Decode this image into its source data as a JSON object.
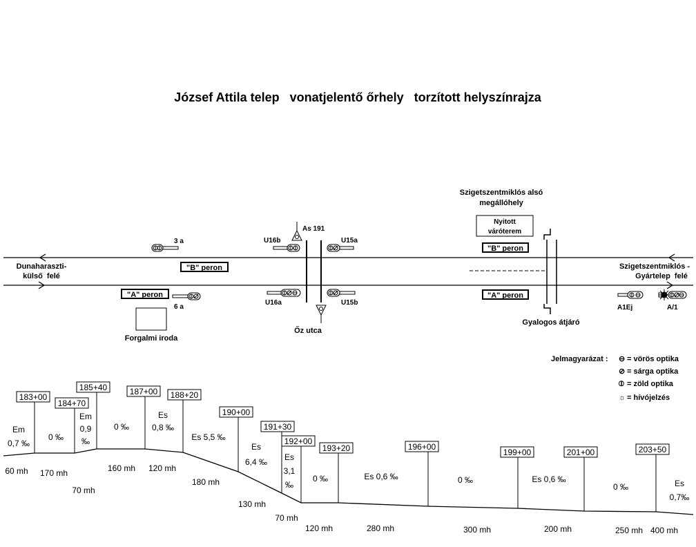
{
  "title": "József Attila telep   vonatjelentő őrhely   torzított helyszínrajza",
  "directions": {
    "left": [
      "Dunaharaszti-",
      "külső  felé"
    ],
    "right": [
      "Szigetszentmiklós -",
      "Gyártelep  felé"
    ]
  },
  "station_names": [
    "Szigetszentmiklós alsó",
    "megállóhely"
  ],
  "buildings": {
    "waiting_room": [
      "Nyitott",
      "váróterem"
    ],
    "traffic_office": "Forgalmi iroda"
  },
  "platforms": {
    "b_left": "\"B\" peron",
    "a_left": "\"A\" peron",
    "b_right": "\"B\" peron",
    "a_right": "\"A\" peron"
  },
  "signals": {
    "s3a": "3 a",
    "s6a": "6 a",
    "u16b": "U16b",
    "u16a": "U16a",
    "u15a": "U15a",
    "u15b": "U15b",
    "as191": "As 191",
    "a1ej": "A1Ej",
    "a1": "A/1"
  },
  "crossings": {
    "road": "Őz utca",
    "pedestrian": "Gyalogos átjáró"
  },
  "legend": {
    "title": "Jelmagyarázat :",
    "items": [
      {
        "symbol": "⊖",
        "label": "= vörös optika"
      },
      {
        "symbol": "⊘",
        "label": "= sárga optika"
      },
      {
        "symbol": "⦶",
        "label": "= zöld optika"
      },
      {
        "symbol": "☼",
        "label": "= hívójelzés"
      }
    ]
  },
  "profile": {
    "chainages": [
      "183+00",
      "184+70",
      "185+40",
      "187+00",
      "188+20",
      "190+00",
      "191+30",
      "192+00",
      "193+20",
      "196+00",
      "199+00",
      "201+00",
      "203+50"
    ],
    "gradient_labels": [
      [
        "Em",
        "0,7 ‰"
      ],
      [
        "0 ‰"
      ],
      [
        "Em",
        "0,9",
        "‰"
      ],
      [
        "0 ‰"
      ],
      [
        "Es",
        "0,8 ‰"
      ],
      [
        "Es 5,5 ‰"
      ],
      [
        "Es",
        "6,4 ‰"
      ],
      [
        "Es",
        "3,1",
        "‰"
      ],
      [
        "0 ‰"
      ],
      [
        "Es 0,6  ‰"
      ],
      [
        "0  ‰"
      ],
      [
        "Es  0,6  ‰"
      ],
      [
        "0 ‰"
      ],
      [
        "Es",
        "0,7‰"
      ]
    ],
    "lengths": [
      "60 mh",
      "170 mh",
      "70 mh",
      "160 mh",
      "120 mh",
      "180 mh",
      "130 mh",
      "70 mh",
      "120 mh",
      "280 mh",
      "300 mh",
      "200 mh",
      "250 mh",
      "400 mh"
    ]
  }
}
